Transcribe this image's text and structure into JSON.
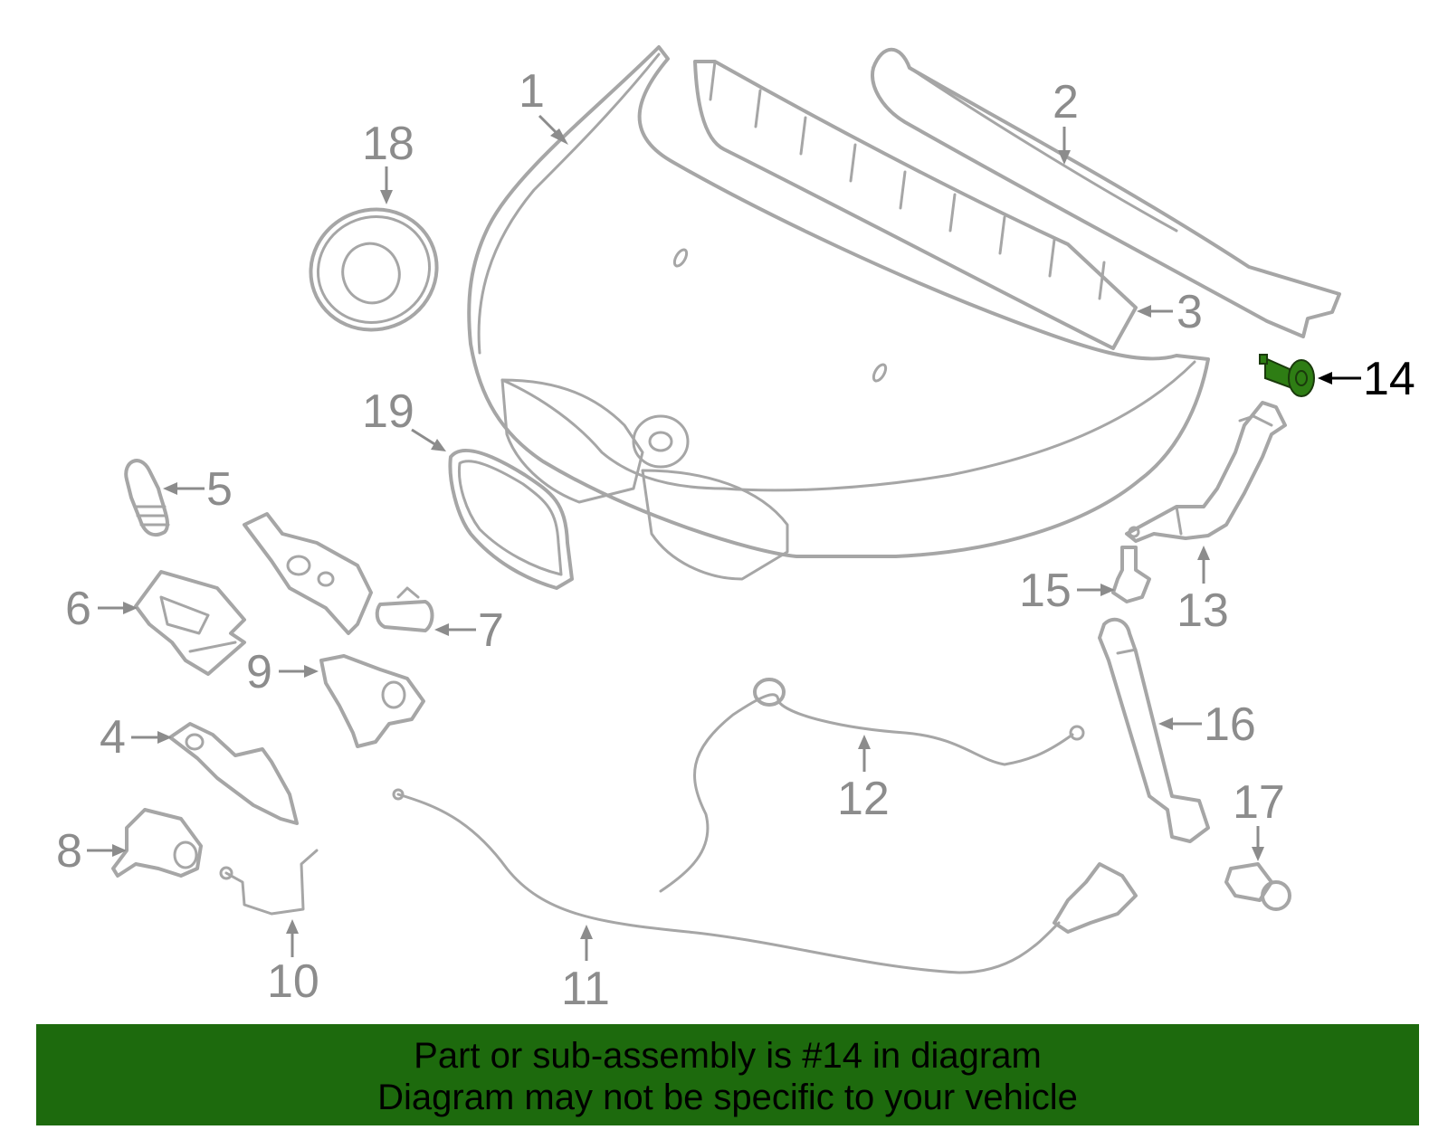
{
  "diagram": {
    "callouts": [
      {
        "id": "1",
        "label": "1"
      },
      {
        "id": "2",
        "label": "2"
      },
      {
        "id": "3",
        "label": "3"
      },
      {
        "id": "4",
        "label": "4"
      },
      {
        "id": "5",
        "label": "5"
      },
      {
        "id": "6",
        "label": "6"
      },
      {
        "id": "7",
        "label": "7"
      },
      {
        "id": "8",
        "label": "8"
      },
      {
        "id": "9",
        "label": "9"
      },
      {
        "id": "10",
        "label": "10"
      },
      {
        "id": "11",
        "label": "11"
      },
      {
        "id": "12",
        "label": "12"
      },
      {
        "id": "13",
        "label": "13"
      },
      {
        "id": "14",
        "label": "14",
        "highlighted": true
      },
      {
        "id": "15",
        "label": "15"
      },
      {
        "id": "16",
        "label": "16"
      },
      {
        "id": "17",
        "label": "17"
      },
      {
        "id": "18",
        "label": "18"
      },
      {
        "id": "19",
        "label": "19"
      }
    ],
    "highlight_color": "#2e7d14",
    "part_color": "#a6a6a6"
  },
  "banner": {
    "line1": "Part or sub-assembly is #14 in diagram",
    "line2": "Diagram may not be specific to your vehicle",
    "background": "#1d6a0d"
  }
}
